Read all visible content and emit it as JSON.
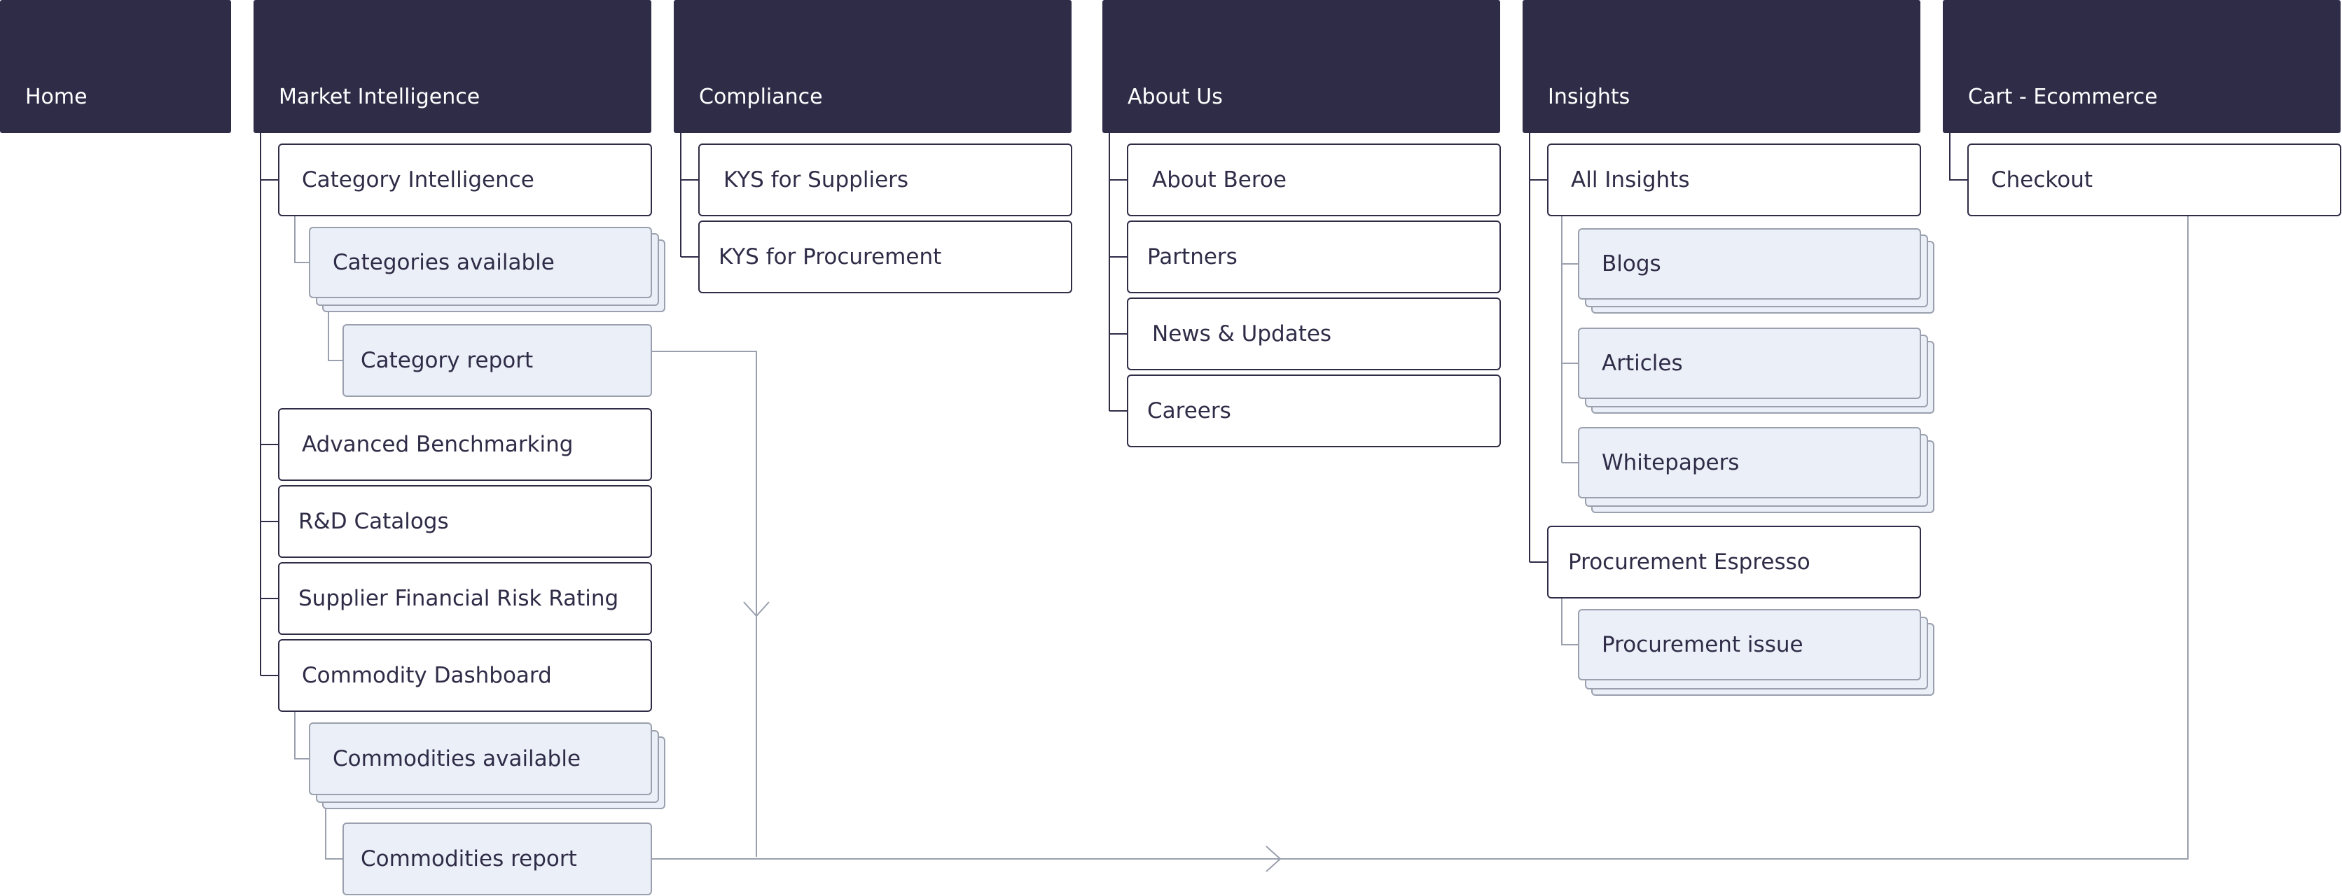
{
  "colors": {
    "header_bg": "#2f2c47",
    "header_text": "#ffffff",
    "page_border": "#2f2c47",
    "stack_fill": "#ebeff8",
    "stack_border": "#9aa0ad",
    "connector": "#2f2c47",
    "flow_connector": "#9aa0ad"
  },
  "sections": [
    {
      "title": "Home",
      "pages": []
    },
    {
      "title": "Market Intelligence",
      "pages": [
        {
          "label": "Category Intelligence",
          "children": [
            {
              "label": "Categories available",
              "kind": "stack"
            },
            {
              "label": "Category report",
              "kind": "single"
            }
          ]
        },
        {
          "label": "Advanced Benchmarking"
        },
        {
          "label": "R&D Catalogs"
        },
        {
          "label": "Supplier Financial Risk Rating"
        },
        {
          "label": "Commodity Dashboard",
          "children": [
            {
              "label": "Commodities available",
              "kind": "stack"
            },
            {
              "label": "Commodities report",
              "kind": "single"
            }
          ]
        }
      ]
    },
    {
      "title": "Compliance",
      "pages": [
        {
          "label": "KYS for Suppliers"
        },
        {
          "label": "KYS for Procurement"
        }
      ]
    },
    {
      "title": "About Us",
      "pages": [
        {
          "label": "About Beroe"
        },
        {
          "label": "Partners"
        },
        {
          "label": "News & Updates"
        },
        {
          "label": "Careers"
        }
      ]
    },
    {
      "title": "Insights",
      "pages": [
        {
          "label": "All Insights",
          "children": [
            {
              "label": "Blogs",
              "kind": "stack"
            },
            {
              "label": "Articles",
              "kind": "stack"
            },
            {
              "label": "Whitepapers",
              "kind": "stack"
            }
          ]
        },
        {
          "label": "Procurement Espresso",
          "children": [
            {
              "label": "Procurement issue",
              "kind": "stack"
            }
          ]
        }
      ]
    },
    {
      "title": "Cart - Ecommerce",
      "pages": [
        {
          "label": "Checkout"
        }
      ]
    }
  ]
}
